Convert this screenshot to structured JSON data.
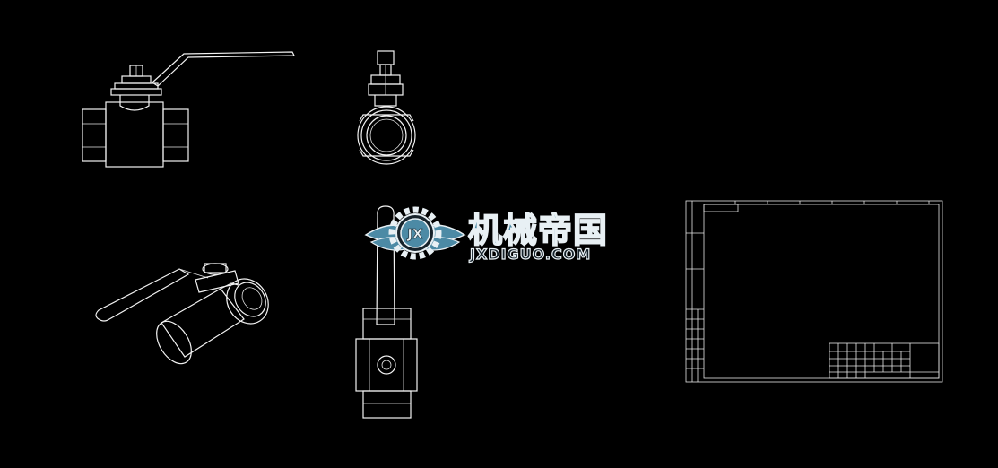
{
  "watermark": {
    "name_cn": "机械帝国",
    "name_en": "JXDIGUO.COM",
    "emblem_letters": "JX",
    "fill_color": "#4c8aa5",
    "outline_color": "#e8f0f4"
  },
  "drawing": {
    "background_color": "#000000",
    "line_color": "#f2f2f2"
  }
}
